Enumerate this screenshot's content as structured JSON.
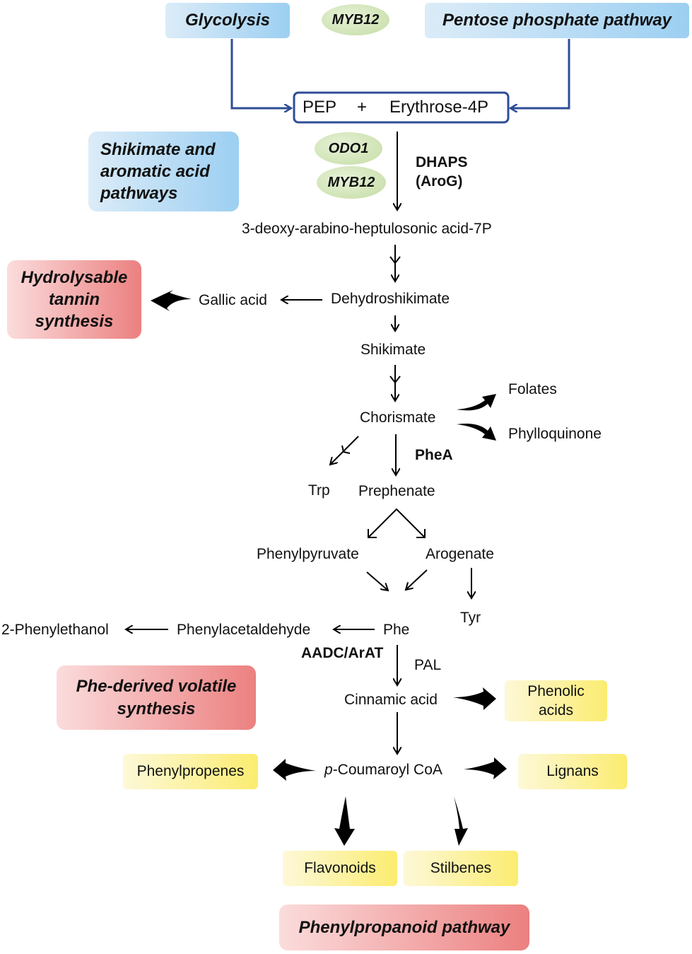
{
  "boxes": {
    "glycolysis": "Glycolysis",
    "pentose": "Pentose phosphate pathway",
    "shikimate_pathways": "Shikimate and\naromatic acid\npathways",
    "hydrolysable": "Hydrolysable\ntannin\nsynthesis",
    "phe_volatile": "Phe-derived volatile\nsynthesis",
    "phenylpropanoid": "Phenylpropanoid pathway"
  },
  "regulators": {
    "myb12_top": "MYB12",
    "odo1": "ODO1",
    "myb12_mid": "MYB12"
  },
  "pep_box": {
    "pep": "PEP",
    "plus": "+",
    "erythrose": "Erythrose-4P"
  },
  "enzymes": {
    "dhaps": "DHAPS\n(AroG)",
    "phea": "PheA",
    "aadc": "AADC/ArAT",
    "pal": "PAL"
  },
  "metabolites": {
    "dahp": "3-deoxy-arabino-heptulosonic acid-7P",
    "dehydroshikimate": "Dehydroshikimate",
    "gallic": "Gallic acid",
    "shikimate": "Shikimate",
    "chorismate": "Chorismate",
    "folates": "Folates",
    "phylloquinone": "Phylloquinone",
    "trp": "Trp",
    "prephenate": "Prephenate",
    "phenylpyruvate": "Phenylpyruvate",
    "arogenate": "Arogenate",
    "tyr": "Tyr",
    "phe": "Phe",
    "phenylacetaldehyde": "Phenylacetaldehyde",
    "phenylethanol": "2-Phenylethanol",
    "cinnamic": "Cinnamic acid",
    "coumaroyl_prefix": "p",
    "coumaroyl_rest": "-Coumaroyl CoA"
  },
  "products": {
    "phenolic": "Phenolic\nacids",
    "phenylpropenes": "Phenylpropenes",
    "lignans": "Lignans",
    "flavonoids": "Flavonoids",
    "stilbenes": "Stilbenes"
  },
  "colors": {
    "blue_line": "#2f4d97",
    "box_blue": "#9ccff2",
    "box_red": "#ec8080",
    "box_yellow": "#fbec70",
    "oval_green": "#c3dca3"
  }
}
